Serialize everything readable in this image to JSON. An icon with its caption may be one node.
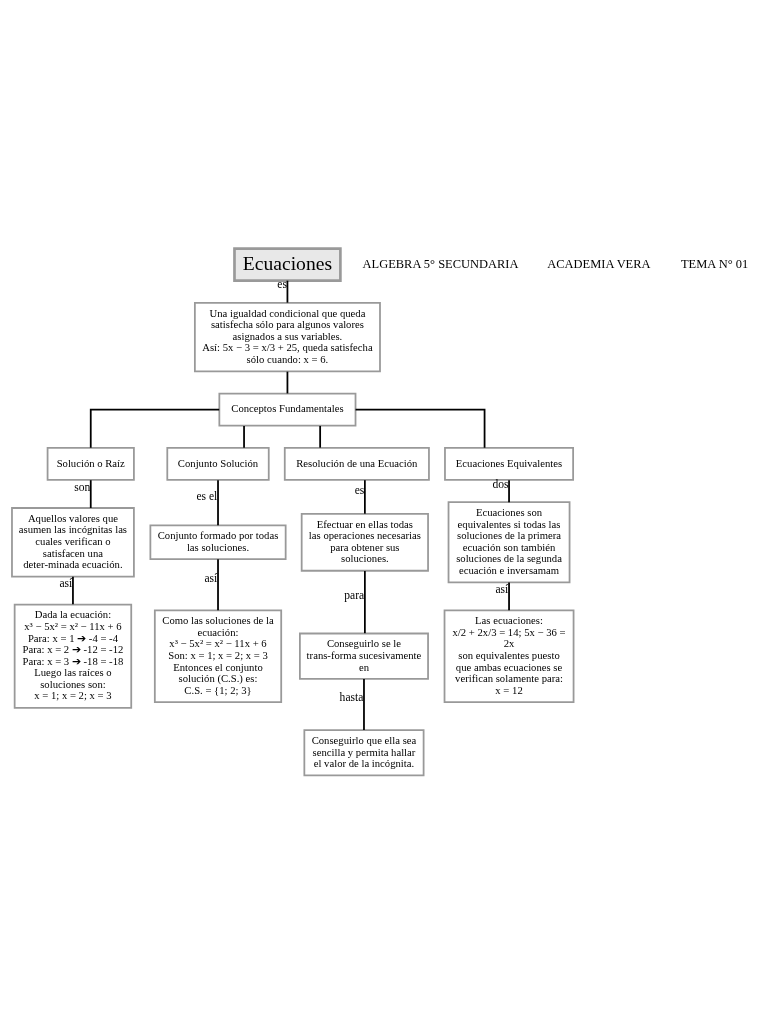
{
  "diagram": {
    "nodes": [
      {
        "text": [
          "Ecuaciones"
        ]
      },
      {
        "text": [
          "Una igualdad condicional que queda satisfecha sólo para algunos valores asignados a sus variables.",
          "Así: 5x − 3 = x/3 + 25, queda satisfecha sólo cuando: x = 6."
        ]
      },
      {
        "text": [
          "Conceptos Fundamentales"
        ]
      },
      {
        "text": [
          "Solución o Raíz"
        ]
      },
      {
        "text": [
          "Conjunto Solución"
        ]
      },
      {
        "text": [
          "Resolución de una Ecuación"
        ]
      },
      {
        "text": [
          "Ecuaciones Equivalentes"
        ]
      },
      {
        "text": [
          "Aquellos valores que asumen las incógnitas las cuales verifican o satisfacen una deter-minada ecuación."
        ]
      },
      {
        "text": [
          "Dada la ecuación:",
          "x³ − 5x² = x² − 11x + 6",
          "Para: x = 1 ➔ -4 = -4",
          "Para: x = 2 ➔ -12 = -12",
          "Para: x = 3 ➔ -18 = -18",
          "Luego las raíces o soluciones son:",
          "x = 1; x = 2; x = 3"
        ]
      },
      {
        "text": [
          "Conjunto formado por todas las soluciones."
        ]
      },
      {
        "text": [
          "Como las soluciones de la ecuación:",
          "x³ − 5x² = x² − 11x + 6",
          "Son: x = 1; x = 2; x = 3",
          "Entonces el conjunto solución (C.S.) es:",
          "C.S. = {1; 2; 3}"
        ]
      },
      {
        "text": [
          "Efectuar en ellas todas las operaciones necesarias para obtener sus soluciones."
        ]
      },
      {
        "text": [
          "Conseguirlo se le trans-forma sucesivamente en"
        ]
      },
      {
        "text": [
          "Conseguirlo que ella sea sencilla y permita hallar el valor de la incógnita."
        ]
      },
      {
        "text": [
          "Ecuaciones son equivalentes si todas las soluciones de la primera ecuación son también soluciones de la segunda ecuación e inversamam"
        ]
      },
      {
        "text": [
          "Las ecuaciones:",
          "x/2 + 2x/3 = 14; 5x − 36 = 2x",
          "son equivalentes puesto que ambas ecuaciones se verifican solamente para:",
          "x = 12"
        ]
      }
    ],
    "edges": [
      {
        "from": 0,
        "to": 1,
        "arrow": "none",
        "label": "es"
      },
      {
        "from": 1,
        "to": 2,
        "arrow": "none"
      },
      {
        "from": 2,
        "to": 3,
        "arrow": "none"
      },
      {
        "from": 2,
        "to": 4,
        "arrow": "none"
      },
      {
        "from": 2,
        "to": 5,
        "arrow": "none"
      },
      {
        "from": 2,
        "to": 6,
        "arrow": "none"
      },
      {
        "from": 3,
        "to": 7,
        "arrow": "none",
        "label": "son"
      },
      {
        "from": 7,
        "to": 8,
        "arrow": "none",
        "label": "así"
      },
      {
        "from": 4,
        "to": 9,
        "arrow": "none",
        "label": "es el"
      },
      {
        "from": 9,
        "to": 10,
        "arrow": "none",
        "label": "así"
      },
      {
        "from": 5,
        "to": 11,
        "arrow": "none",
        "label": "es"
      },
      {
        "from": 11,
        "to": 12,
        "arrow": "none",
        "label": "para"
      },
      {
        "from": 12,
        "to": 13,
        "arrow": "none",
        "label": "hasta"
      },
      {
        "from": 6,
        "to": 14,
        "arrow": "none",
        "label": "dos"
      },
      {
        "from": 14,
        "to": 15,
        "arrow": "none",
        "label": "así"
      }
    ],
    "labels": [
      "ALGEBRA 5° SECUNDARIA",
      "ACADEMIA VERA",
      "TEMA N° 01"
    ]
  }
}
